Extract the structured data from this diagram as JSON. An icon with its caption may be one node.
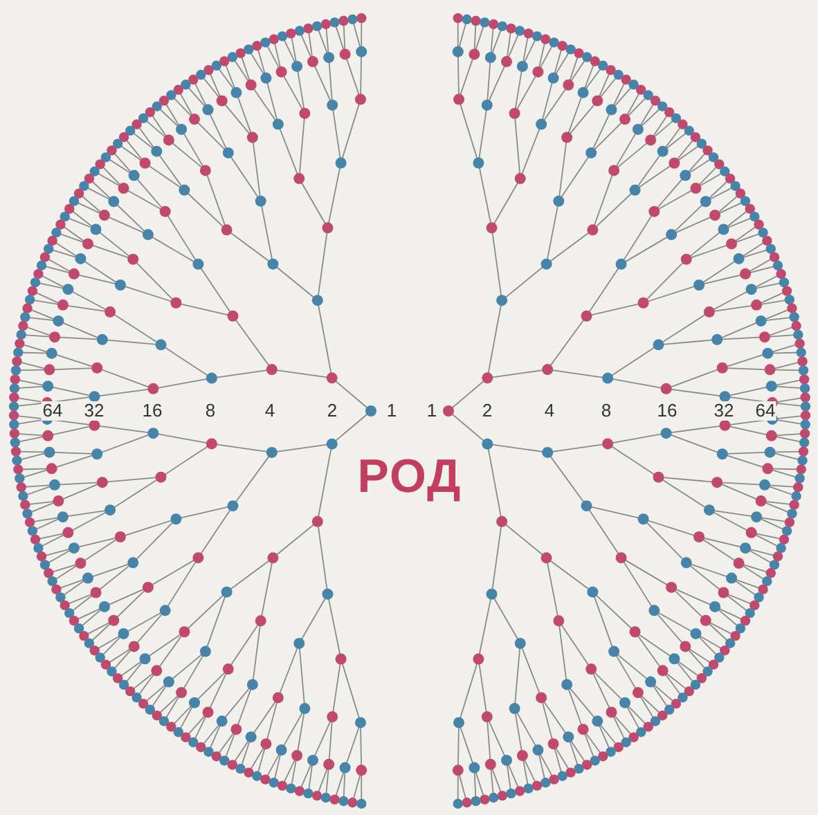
{
  "diagram": {
    "title": "РОД",
    "labels": [
      "64",
      "32",
      "16",
      "8",
      "4",
      "2",
      "1",
      "1",
      "2",
      "4",
      "8",
      "16",
      "32",
      "64"
    ]
  }
}
